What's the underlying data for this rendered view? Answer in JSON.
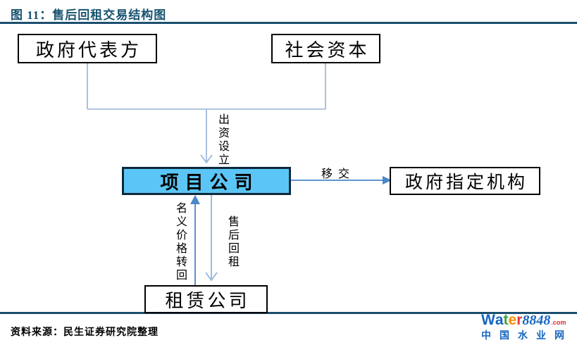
{
  "header": {
    "title": "图 11：售后回租交易结构图"
  },
  "diagram": {
    "type": "flow-structure",
    "nodes": {
      "gov_representative": "政府代表方",
      "social_capital": "社会资本",
      "project_company": "项目公司",
      "gov_designated_agency": "政府指定机构",
      "leasing_company": "租赁公司"
    },
    "edges": {
      "invest_setup": "出资设立",
      "transfer": "移交",
      "nominal_price_return": "名义价格转回",
      "sale_leaseback": "售后回租"
    },
    "relations": [
      {
        "from": "gov_representative",
        "to": "project_company",
        "label": "出资设立"
      },
      {
        "from": "social_capital",
        "to": "project_company",
        "label": "出资设立"
      },
      {
        "from": "project_company",
        "to": "gov_designated_agency",
        "label": "移交"
      },
      {
        "from": "project_company",
        "to": "leasing_company",
        "label": "售后回租"
      },
      {
        "from": "leasing_company",
        "to": "project_company",
        "label": "名义价格转回"
      }
    ]
  },
  "footer": {
    "source": "资料来源：民生证券研究院整理"
  },
  "logo": {
    "water_letters": [
      "W",
      "a",
      "t",
      "e",
      "r"
    ],
    "number": "8848",
    "tld": ".com",
    "site_name": "中国水业网"
  },
  "colors": {
    "title_navy": "#17536F",
    "rule_navy": "#1B4F6E",
    "project_box_fill": "#5BC6F5",
    "connector_light_blue": "#95B3D7",
    "arrow_blue": "#4A86C8",
    "logo_blue": "#1565C0",
    "logo_green": "#43A047",
    "logo_orange": "#FB8C00",
    "logo_red": "#E53935"
  }
}
